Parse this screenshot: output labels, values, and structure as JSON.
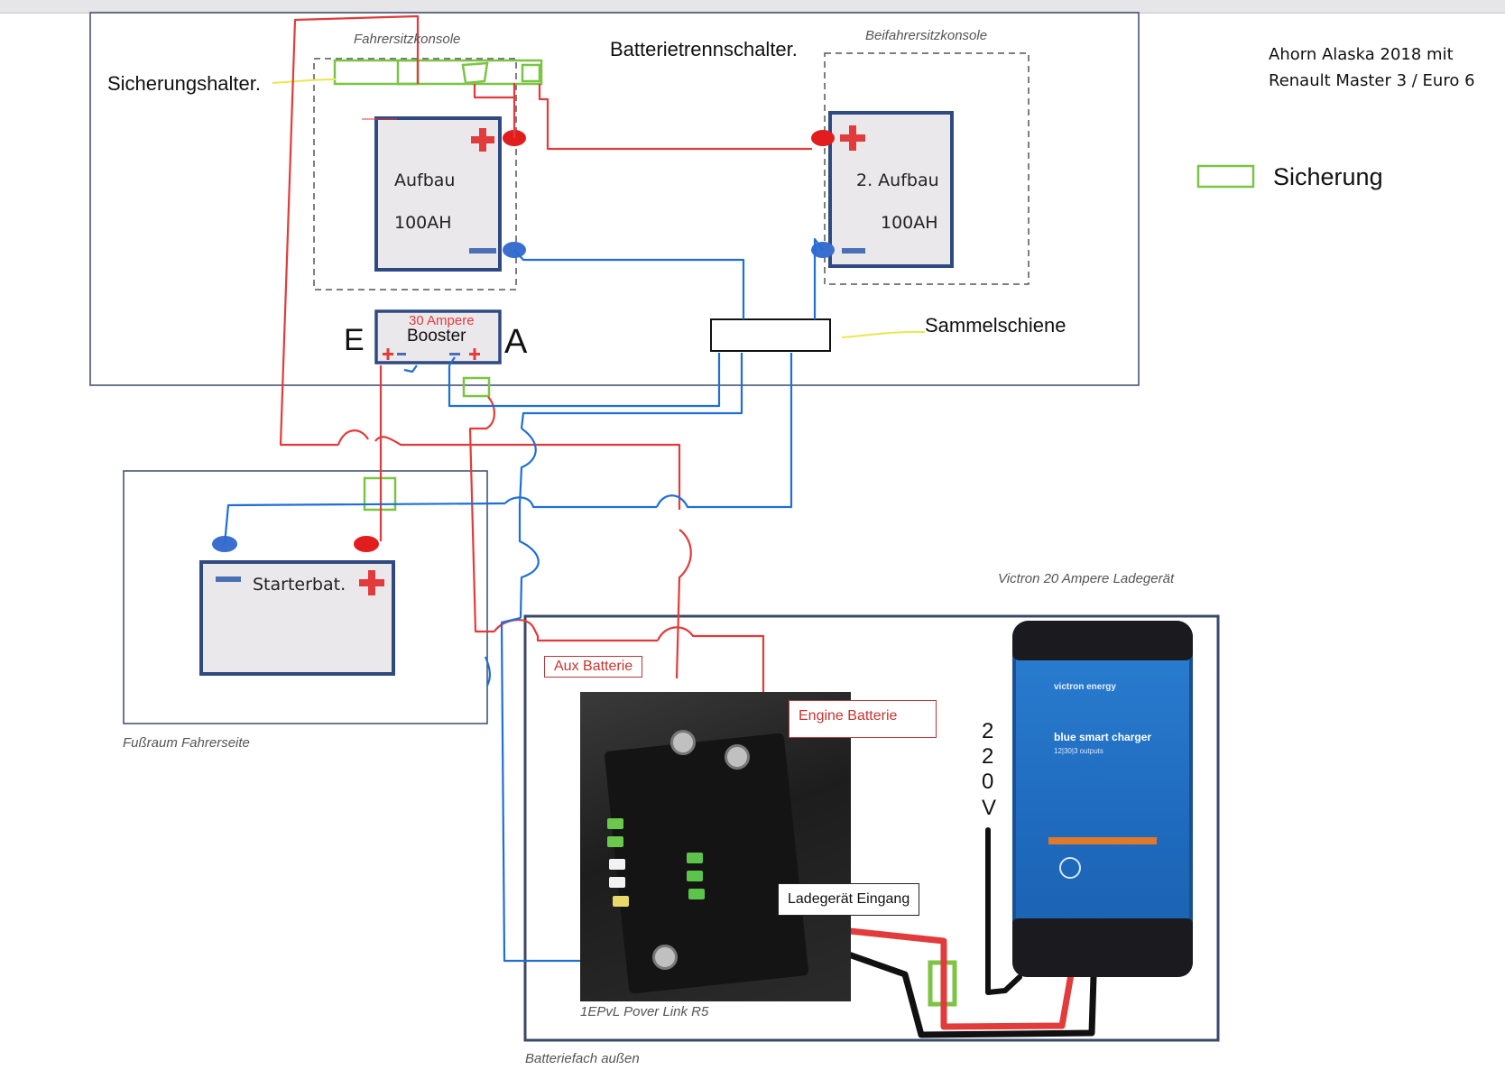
{
  "labels": {
    "sicherungshalter": "Sicherungshalter.",
    "batterietrennschalter": "Batterietrennschalter.",
    "fahrersitzkonsole": "Fahrersitzkonsole",
    "beifahrersitzkonsole": "Beifahrersitzkonsole",
    "title_line1": "Ahorn Alaska 2018 mit",
    "title_line2": "Renault Master 3 / Euro 6",
    "legend_fuse": "Sicherung",
    "battery1_name": "Aufbau",
    "battery1_capacity": "100AH",
    "battery2_name": "2. Aufbau",
    "battery2_capacity": "100AH",
    "booster_rating": "30 Ampere",
    "booster_name": "Booster",
    "booster_in": "E",
    "booster_out": "A",
    "busbar": "Sammelschiene",
    "starter_battery": "Starterbat.",
    "footwell": "Fußraum Fahrerseite",
    "charger_caption": "Victron 20 Ampere Ladegerät",
    "aux_battery": "Aux Batterie",
    "engine_battery": "Engine Batterie",
    "charger_input": "Ladegerät Eingang",
    "voltage_chars": [
      "2",
      "2",
      "0",
      "V"
    ],
    "powerlink": "1EPvL Pover Link R5",
    "battery_compartment": "Batteriefach außen"
  },
  "charger_device": {
    "brand": "victron energy",
    "title": "blue smart charger",
    "sub": "12|30|3 outputs"
  },
  "colors": {
    "positive": "#e23b3b",
    "negative": "#1f6fd6",
    "fuse": "#7cc443",
    "frame": "#3a4a6b",
    "battery_fill": "#ebe8ec"
  }
}
